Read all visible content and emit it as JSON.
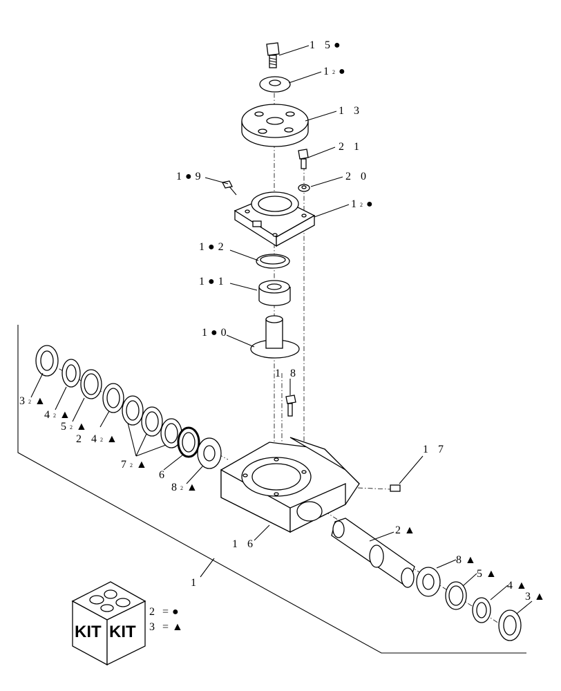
{
  "callouts": {
    "c15": {
      "text": "1 5",
      "mark": "●"
    },
    "c14": {
      "text": "1",
      "sup": "2",
      "mark": "●"
    },
    "c13": {
      "text": "1 3"
    },
    "c21": {
      "text": "2 1"
    },
    "c20": {
      "text": "2 0"
    },
    "c19": {
      "pre": "1",
      "mark": "●",
      "text": "9"
    },
    "c12": {
      "pre": "1",
      "mark": "●",
      "text": "2"
    },
    "c11": {
      "pre": "1",
      "mark": "●",
      "text": "1"
    },
    "c10": {
      "pre": "1",
      "mark": "●",
      "text": "0"
    },
    "c14b": {
      "text": "1",
      "sup": "2",
      "mark": "●"
    },
    "c18": {
      "text": "1 8"
    },
    "c17": {
      "text": "1 7"
    },
    "c16": {
      "text": "1 6"
    },
    "c1": {
      "text": "1"
    },
    "c2r": {
      "text": "2",
      "mark": "▲"
    },
    "c8r": {
      "text": "8",
      "mark": "▲"
    },
    "c5r": {
      "text": "5",
      "mark": "▲"
    },
    "c4r": {
      "text": "4",
      "mark": "▲"
    },
    "c3r": {
      "text": "3",
      "mark": "▲"
    },
    "c3l": {
      "text": "3",
      "sup": "2",
      "mark": "▲"
    },
    "c4l": {
      "text": "4",
      "sup": "2",
      "mark": "▲"
    },
    "c5l": {
      "text": "5",
      "sup": "2",
      "mark": "▲"
    },
    "c24": {
      "text": "2 4",
      "sup": "2",
      "mark": "▲"
    },
    "c7": {
      "text": "7",
      "sup": "2",
      "mark": "▲"
    },
    "c6": {
      "text": "6"
    },
    "c8l": {
      "text": "8",
      "sup": "2",
      "mark": "▲"
    }
  },
  "kit": {
    "label_left": "KIT",
    "label_right": "KIT",
    "legend": [
      {
        "num": "2",
        "eq": "=",
        "mark": "●"
      },
      {
        "num": "3",
        "eq": "=",
        "mark": "▲"
      }
    ]
  }
}
